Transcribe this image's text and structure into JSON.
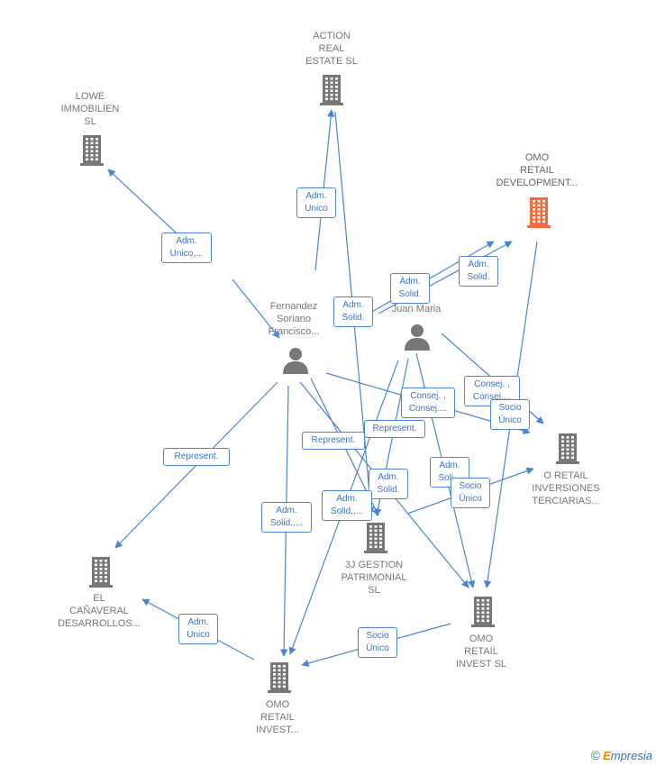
{
  "colors": {
    "edge": "#4a86d4",
    "building": "#777777",
    "building_focus": "#f26a3d",
    "person": "#777777"
  },
  "nodes": [
    {
      "id": "action",
      "type": "company",
      "label": "ACTION\nREAL\nESTATE  SL"
    },
    {
      "id": "lowe",
      "type": "company",
      "label": "LOWE\nIMMOBILIEN\nSL"
    },
    {
      "id": "omo_dev",
      "type": "company",
      "focus": true,
      "label": "OMO\nRETAIL\nDEVELOPMENT..."
    },
    {
      "id": "fernandez",
      "type": "person",
      "label": "Fernandez\nSoriano\nFrancisco..."
    },
    {
      "id": "juan",
      "type": "person",
      "label": "...ez\nJuan Maria"
    },
    {
      "id": "oretail",
      "type": "company",
      "label": "O RETAIL\nINVERSIONES\nTERCIARIAS..."
    },
    {
      "id": "gestion",
      "type": "company",
      "label": "3J GESTION\nPATRIMONIAL\nSL"
    },
    {
      "id": "canaveral",
      "type": "company",
      "label": "EL\nCAÑAVERAL\nDESARROLLOS..."
    },
    {
      "id": "omo_invest",
      "type": "company",
      "label": "OMO\nRETAIL\nINVEST  SL"
    },
    {
      "id": "omo_invest2",
      "type": "company",
      "label": "OMO\nRETAIL\nINVEST..."
    }
  ],
  "edge_labels": [
    "Adm.\nUnico",
    "Adm.\nUnico,...",
    "Adm.\nSolid.",
    "Adm.\nSolid.",
    "Adm.\nSolid.",
    "Consej. ,\nConsej....",
    "Consej. ,\nConsej....",
    "Socio\nÚnico",
    "Represent.",
    "Represent.",
    "Represent.",
    "Adm.\nSolid.",
    "Adm.\nSoli...",
    "Socio\nÚnico",
    "Adm.\nSolid.,...",
    "Adm.\nSolid.,...",
    "Adm.\nUnico",
    "Socio\nÚnico"
  ],
  "brand": {
    "copyright": "©",
    "name": "mpresia",
    "initial": "E"
  }
}
